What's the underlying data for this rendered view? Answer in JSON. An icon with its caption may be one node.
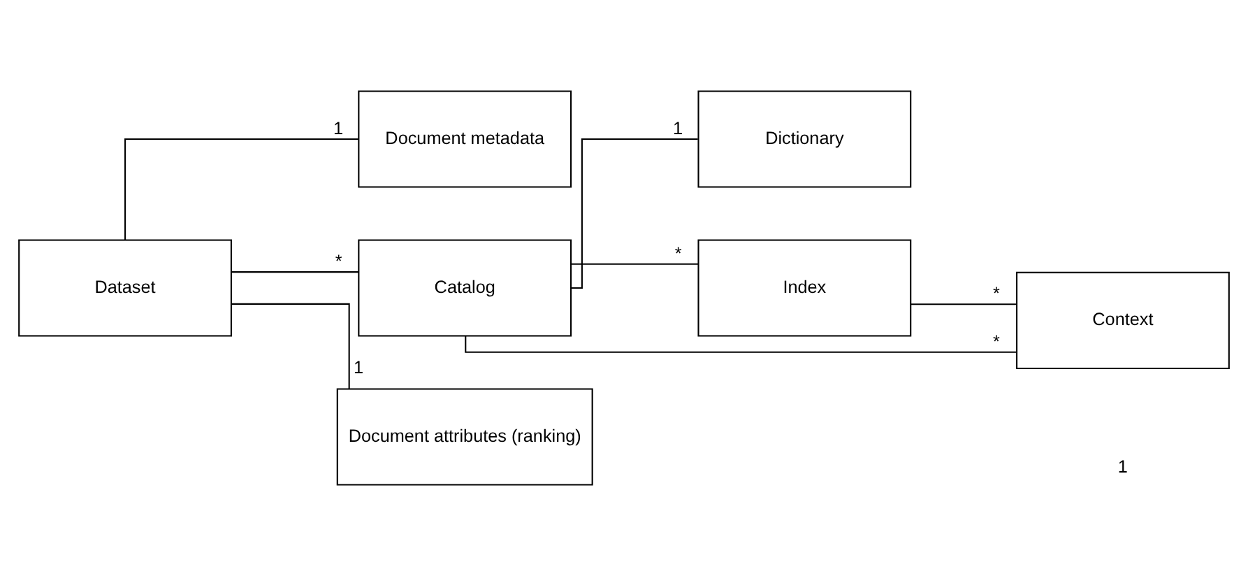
{
  "diagram": {
    "nodes": [
      {
        "text": [
          "Dataset"
        ]
      },
      {
        "text": [
          "Document metadata"
        ]
      },
      {
        "text": [
          "Catalog"
        ]
      },
      {
        "text": [
          "Document attributes (ranking)"
        ]
      },
      {
        "text": [
          "Dictionary"
        ]
      },
      {
        "text": [
          "Index"
        ]
      },
      {
        "text": [
          "Context"
        ]
      }
    ],
    "edges": [
      {
        "from": 0,
        "to": 1,
        "arrow": "none",
        "label": "1"
      },
      {
        "from": 0,
        "to": 2,
        "arrow": "none",
        "label": "*"
      },
      {
        "from": 0,
        "to": 3,
        "arrow": "none",
        "label": "1"
      },
      {
        "from": 2,
        "to": 4,
        "arrow": "none",
        "label": "1"
      },
      {
        "from": 2,
        "to": 5,
        "arrow": "none",
        "label": "*"
      },
      {
        "from": 2,
        "to": 6,
        "arrow": "none",
        "label": "*"
      },
      {
        "from": 5,
        "to": 6,
        "arrow": "none",
        "label": "*"
      }
    ],
    "labels": [
      "1"
    ]
  }
}
